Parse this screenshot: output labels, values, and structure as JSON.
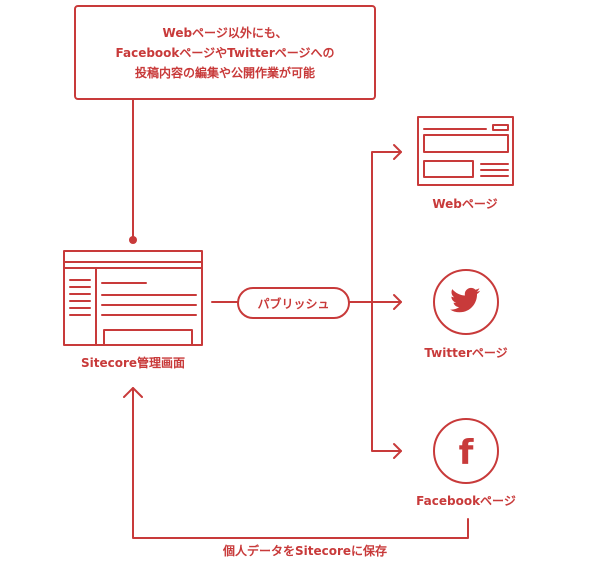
{
  "note": {
    "lines": [
      "Webページ以外にも、",
      "FacebookページやTwitterページへの",
      "投稿内容の編集や公開作業が可能"
    ]
  },
  "nodes": {
    "sitecore_label": "Sitecore管理画面",
    "publish_label": "パブリッシュ",
    "web_label": "Webページ",
    "twitter_label": "Twitterページ",
    "facebook_label": "Facebookページ",
    "facebook_glyph": "f"
  },
  "feedback_label": "個人データをSitecoreに保存",
  "icons": {
    "sitecore": "browser-window-icon",
    "web": "web-page-icon",
    "twitter": "twitter-bird-icon",
    "facebook": "facebook-f-icon"
  },
  "colors": {
    "accent": "#c83a3a",
    "background": "#ffffff"
  }
}
